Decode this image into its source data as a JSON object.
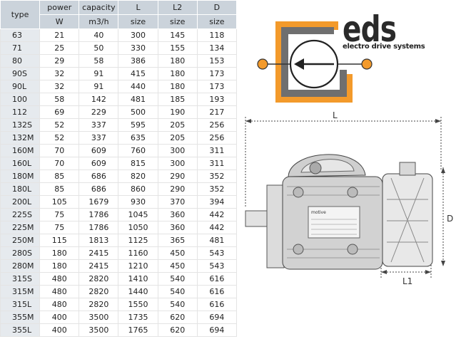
{
  "table": {
    "headers": [
      {
        "top": "type",
        "bottom": ""
      },
      {
        "top": "power",
        "bottom": "W"
      },
      {
        "top": "capacity",
        "bottom": "m3/h"
      },
      {
        "top": "L",
        "bottom": "size"
      },
      {
        "top": "L2",
        "bottom": "size"
      },
      {
        "top": "D",
        "bottom": "size"
      }
    ],
    "rows": [
      [
        "63",
        "21",
        "40",
        "300",
        "145",
        "118"
      ],
      [
        "71",
        "25",
        "50",
        "330",
        "155",
        "134"
      ],
      [
        "80",
        "29",
        "58",
        "386",
        "180",
        "153"
      ],
      [
        "90S",
        "32",
        "91",
        "415",
        "180",
        "173"
      ],
      [
        "90L",
        "32",
        "91",
        "440",
        "180",
        "173"
      ],
      [
        "100",
        "58",
        "142",
        "481",
        "185",
        "193"
      ],
      [
        "112",
        "69",
        "229",
        "500",
        "190",
        "217"
      ],
      [
        "132S",
        "52",
        "337",
        "595",
        "205",
        "256"
      ],
      [
        "132M",
        "52",
        "337",
        "635",
        "205",
        "256"
      ],
      [
        "160M",
        "70",
        "609",
        "760",
        "300",
        "311"
      ],
      [
        "160L",
        "70",
        "609",
        "815",
        "300",
        "311"
      ],
      [
        "180M",
        "85",
        "686",
        "820",
        "290",
        "352"
      ],
      [
        "180L",
        "85",
        "686",
        "860",
        "290",
        "352"
      ],
      [
        "200L",
        "105",
        "1679",
        "930",
        "370",
        "394"
      ],
      [
        "225S",
        "75",
        "1786",
        "1045",
        "360",
        "442"
      ],
      [
        "225M",
        "75",
        "1786",
        "1050",
        "360",
        "442"
      ],
      [
        "250M",
        "115",
        "1813",
        "1125",
        "365",
        "481"
      ],
      [
        "280S",
        "180",
        "2415",
        "1160",
        "450",
        "543"
      ],
      [
        "280M",
        "180",
        "2415",
        "1210",
        "450",
        "543"
      ],
      [
        "315S",
        "480",
        "2820",
        "1410",
        "540",
        "616"
      ],
      [
        "315M",
        "480",
        "2820",
        "1440",
        "540",
        "616"
      ],
      [
        "315L",
        "480",
        "2820",
        "1550",
        "540",
        "616"
      ],
      [
        "355M",
        "400",
        "3500",
        "1735",
        "620",
        "694"
      ],
      [
        "355L",
        "400",
        "3500",
        "1765",
        "620",
        "694"
      ]
    ]
  },
  "logo": {
    "name": "eds",
    "tagline": "electro drive systems",
    "frame_color": "#f39a2b",
    "inner_color": "#6f6f6f",
    "accent_color": "#f39a2b"
  },
  "drawing": {
    "label_L": "L",
    "label_D": "D",
    "label_L1": "L1",
    "nameplate_brand": "motive"
  }
}
